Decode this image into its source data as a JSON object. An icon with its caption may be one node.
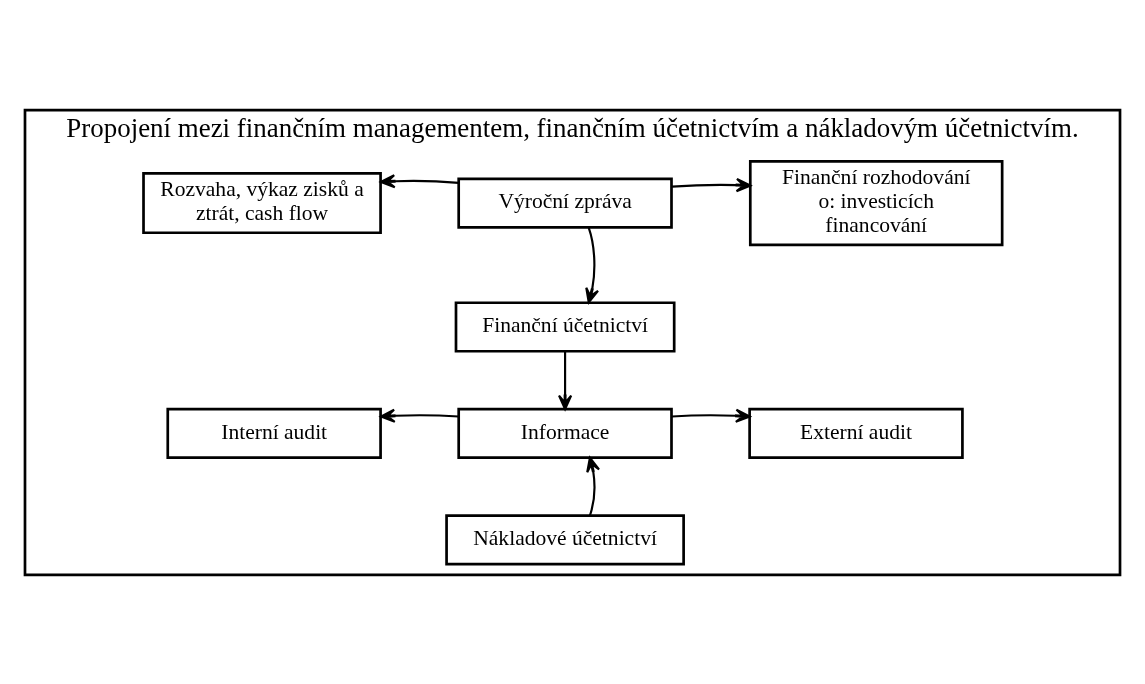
{
  "diagram": {
    "nodes": [
      {
        "text": [
          "Propojení mezi finančním managementem, finančním účetnictvím a nákladovým účetnictvím."
        ]
      },
      {
        "text": [
          "Rozvaha, výkaz zisků a ztrát, cash flow"
        ],
        "in": 0
      },
      {
        "text": [
          "Výroční zpráva"
        ],
        "in": 0
      },
      {
        "text": [
          "Finanční rozhodování o: investicích financování"
        ],
        "in": 0
      },
      {
        "text": [
          "Finanční účetnictví"
        ],
        "in": 0
      },
      {
        "text": [
          "Interní audit"
        ],
        "in": 0
      },
      {
        "text": [
          "Informace"
        ],
        "in": 0
      },
      {
        "text": [
          "Externí audit"
        ],
        "in": 0
      },
      {
        "text": [
          "Nákladové účetnictví"
        ],
        "in": 0
      }
    ],
    "edges": [
      {
        "from": 2,
        "to": 1,
        "arrow": "to"
      },
      {
        "from": 2,
        "to": 3,
        "arrow": "to"
      },
      {
        "from": 2,
        "to": 4,
        "arrow": "to"
      },
      {
        "from": 4,
        "to": 6,
        "arrow": "to"
      },
      {
        "from": 6,
        "to": 5,
        "arrow": "to"
      },
      {
        "from": 6,
        "to": 7,
        "arrow": "to"
      },
      {
        "from": 8,
        "to": 6,
        "arrow": "to"
      }
    ]
  }
}
